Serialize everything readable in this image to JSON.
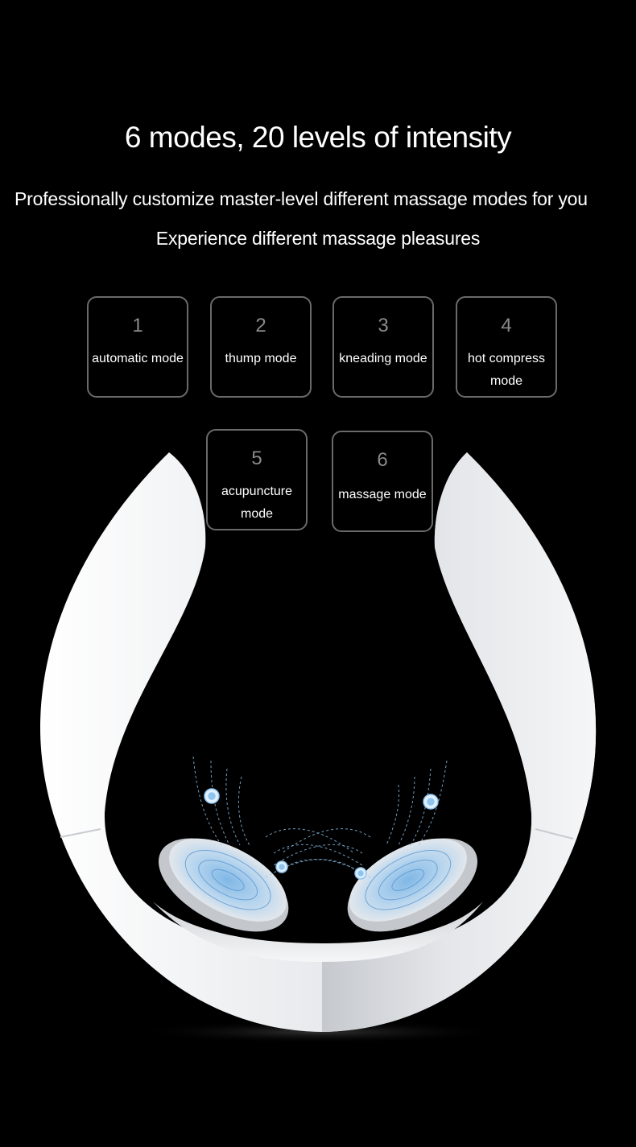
{
  "heading": "6 modes, 20 levels of intensity",
  "subtitle_line1": "Professionally customize master-level different massage modes for you",
  "subtitle_line2": "Experience different massage pleasures",
  "modes": [
    {
      "num": "1",
      "label": "automatic mode"
    },
    {
      "num": "2",
      "label": "thump mode"
    },
    {
      "num": "3",
      "label": "kneading mode"
    },
    {
      "num": "4",
      "label": "hot compress mode"
    },
    {
      "num": "5",
      "label": "acupuncture mode"
    },
    {
      "num": "6",
      "label": "massage mode"
    }
  ],
  "colors": {
    "background": "#000000",
    "card_border": "#6a6a6a",
    "device": "#e9eaec",
    "wave_accent": "#8fc4ee"
  }
}
